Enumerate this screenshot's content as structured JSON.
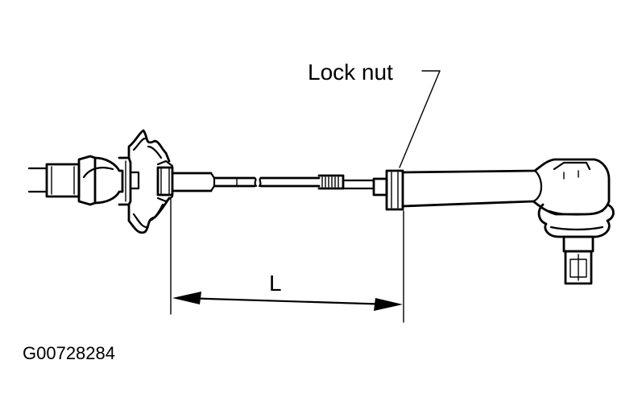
{
  "diagram": {
    "callout_label": "Lock nut",
    "dimension_label": "L",
    "figure_id": "G00728284"
  }
}
